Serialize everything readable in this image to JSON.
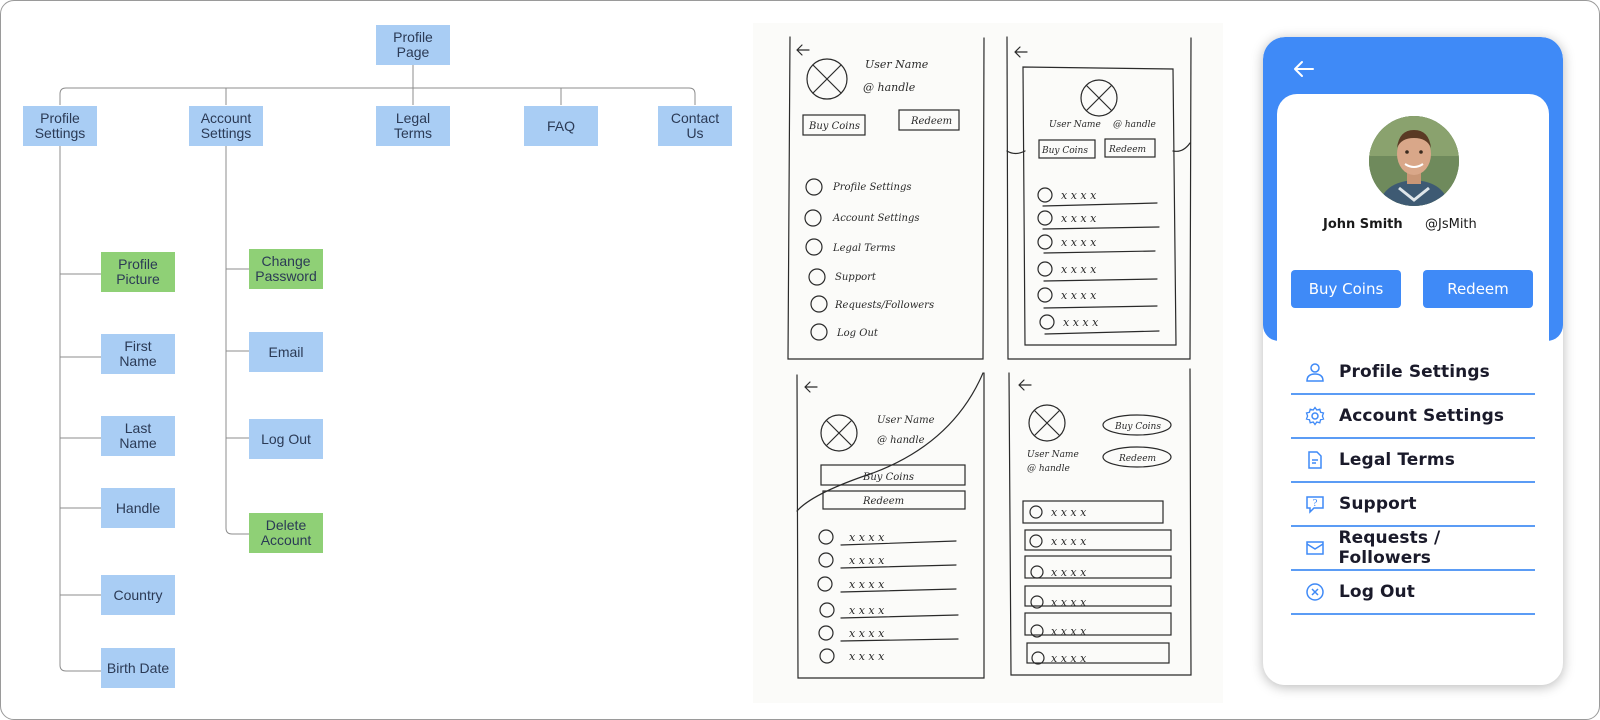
{
  "sitemap": {
    "root": "Profile\nPage",
    "sections": [
      "Profile\nSettings",
      "Account\nSettings",
      "Legal\nTerms",
      "FAQ",
      "Contact\nUs"
    ],
    "profile_settings_children": [
      "Profile\nPicture",
      "First\nName",
      "Last\nName",
      "Handle",
      "Country",
      "Birth Date"
    ],
    "account_settings_children": [
      "Change\nPassword",
      "Email",
      "Log Out",
      "Delete\nAccount"
    ]
  },
  "sketches": {
    "user_name": "User Name",
    "handle": "@ handle",
    "buy_coins": "Buy Coins",
    "redeem": "Redeem",
    "menu_items": [
      "Profile Settings",
      "Account Settings",
      "Legal Terms",
      "Support",
      "Requests/Followers",
      "Log Out"
    ],
    "placeholder_row": "x x x x"
  },
  "mockup": {
    "user_name": "John Smith",
    "handle": "@JsMith",
    "buy_coins": "Buy Coins",
    "redeem": "Redeem",
    "menu": [
      {
        "label": "Profile Settings",
        "icon": "user-icon"
      },
      {
        "label": "Account Settings",
        "icon": "gear-icon"
      },
      {
        "label": "Legal Terms",
        "icon": "document-icon"
      },
      {
        "label": "Support",
        "icon": "help-bubble-icon"
      },
      {
        "label": "Requests / Followers",
        "icon": "mail-icon"
      },
      {
        "label": "Log Out",
        "icon": "close-circle-icon"
      }
    ],
    "colors": {
      "accent": "#3f8af7",
      "divider": "#5b9cf5",
      "node_blue": "#a9cdf4",
      "node_green": "#8fd076"
    }
  }
}
